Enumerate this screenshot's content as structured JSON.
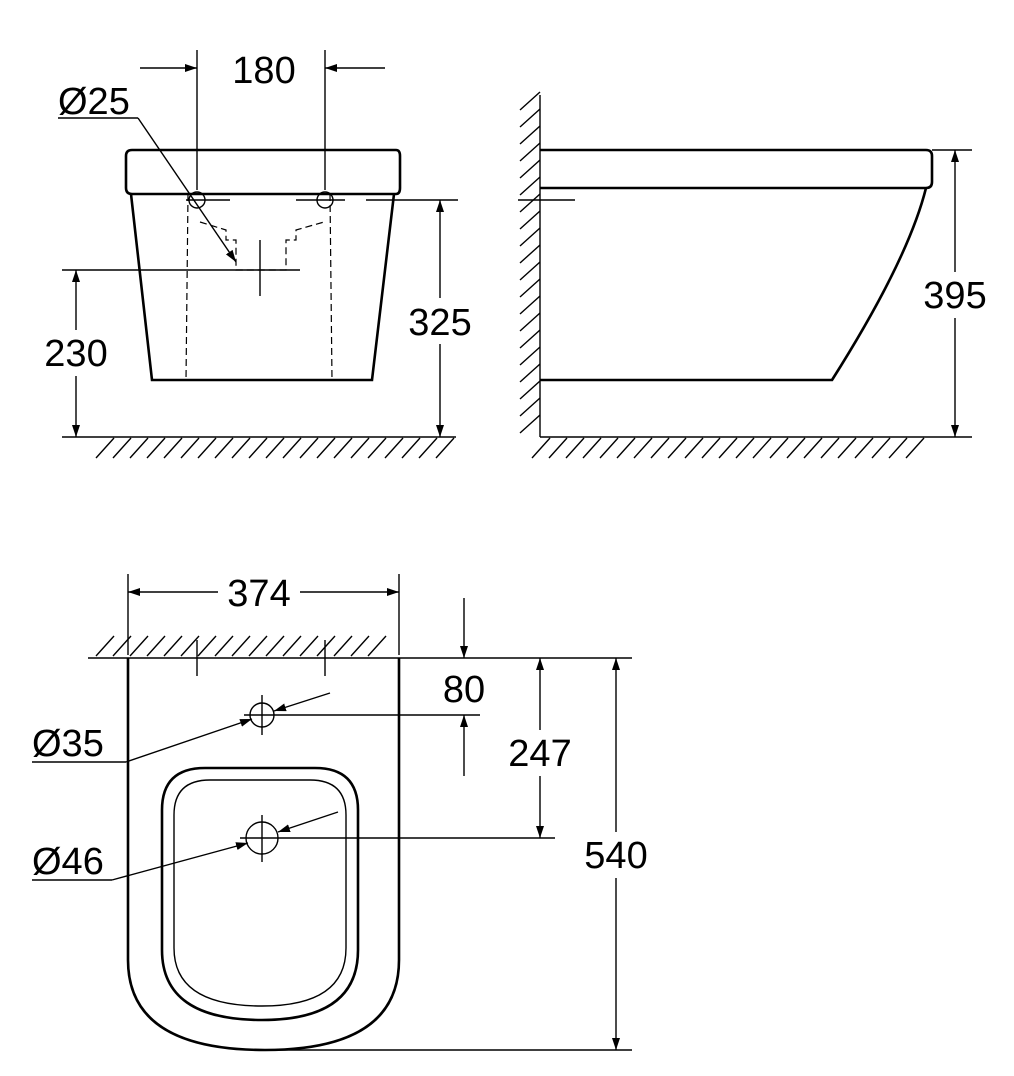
{
  "colors": {
    "line": "#000000",
    "background": "#ffffff"
  },
  "front_view": {
    "dim_width": "180",
    "dim_diameter": "Ø25",
    "dim_height_inlet": "325",
    "dim_height_outlet": "230"
  },
  "side_view": {
    "dim_height": "395"
  },
  "top_view": {
    "dim_width": "374",
    "dim_offset": "80",
    "dim_depth_hole": "247",
    "dim_depth": "540",
    "dim_tap_hole": "Ø35",
    "dim_drain": "Ø46"
  }
}
